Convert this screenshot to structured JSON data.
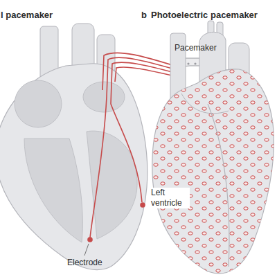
{
  "diagram": {
    "labels": [
      "l pacemaker",
      "Pacemaker",
      "Left ventricle",
      "Electrode",
      "b",
      "Photoelectric pacemaker"
    ]
  }
}
